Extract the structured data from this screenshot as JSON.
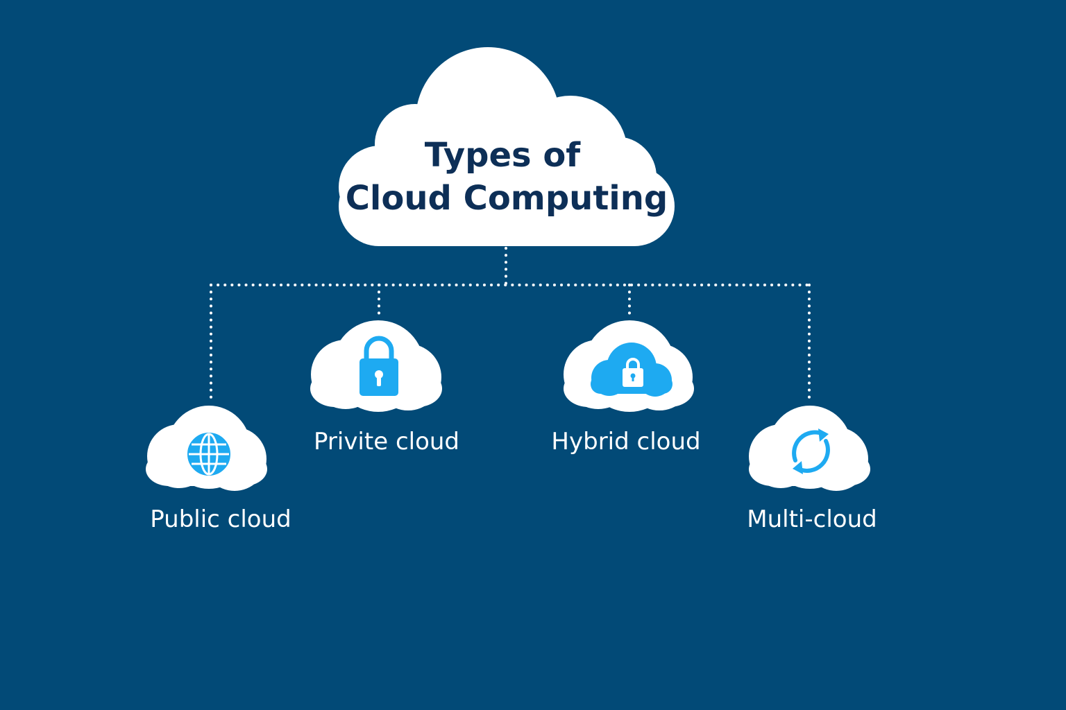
{
  "diagram": {
    "title_line1": "Types of",
    "title_line2": "Cloud Computing",
    "nodes": [
      {
        "label": "Public cloud",
        "icon": "globe-icon"
      },
      {
        "label": "Privite cloud",
        "icon": "lock-icon"
      },
      {
        "label": "Hybrid cloud",
        "icon": "cloud-lock-icon"
      },
      {
        "label": "Multi-cloud",
        "icon": "sync-icon"
      }
    ]
  },
  "colors": {
    "background": "#024a77",
    "cloud_fill": "#ffffff",
    "title_text": "#0d2f57",
    "icon_blue": "#1eaaf1",
    "label_text": "#ffffff",
    "connector": "#ffffff"
  }
}
